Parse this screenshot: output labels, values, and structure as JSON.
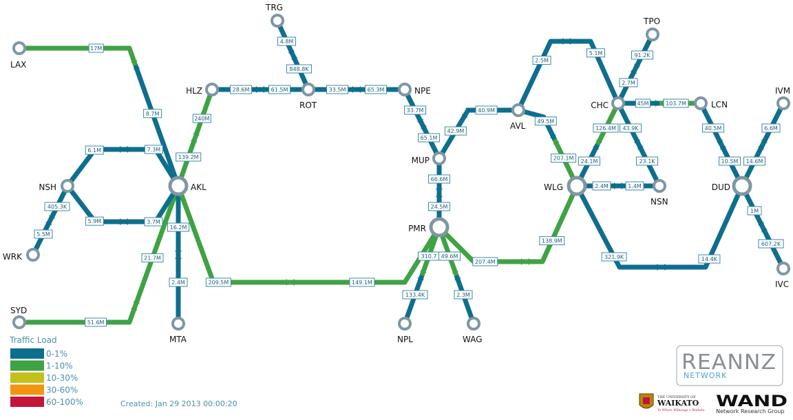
{
  "colors": {
    "low": "#0e6e8e",
    "mid": "#3fa244",
    "high": "#c3c01b",
    "higher": "#f39410",
    "top": "#c5143a",
    "node": "#7f97a3"
  },
  "nodes": [
    {
      "id": "LAX",
      "label": "LAX",
      "big": false
    },
    {
      "id": "SYD",
      "label": "SYD",
      "big": false
    },
    {
      "id": "NSH",
      "label": "NSH",
      "big": false
    },
    {
      "id": "WRK",
      "label": "WRK",
      "big": false
    },
    {
      "id": "AKL",
      "label": "AKL",
      "big": true
    },
    {
      "id": "MTA",
      "label": "MTA",
      "big": false
    },
    {
      "id": "HLZ",
      "label": "HLZ",
      "big": false
    },
    {
      "id": "TRG",
      "label": "TRG",
      "big": false
    },
    {
      "id": "ROT",
      "label": "ROT",
      "big": false
    },
    {
      "id": "NPE",
      "label": "NPE",
      "big": false
    },
    {
      "id": "MUP",
      "label": "MUP",
      "big": false
    },
    {
      "id": "PMR",
      "label": "PMR",
      "big": true
    },
    {
      "id": "NPL",
      "label": "NPL",
      "big": false
    },
    {
      "id": "WAG",
      "label": "WAG",
      "big": false
    },
    {
      "id": "AVL",
      "label": "AVL",
      "big": false
    },
    {
      "id": "WLG",
      "label": "WLG",
      "big": true
    },
    {
      "id": "CHC",
      "label": "CHC",
      "big": false
    },
    {
      "id": "TPO",
      "label": "TPO",
      "big": false
    },
    {
      "id": "LCN",
      "label": "LCN",
      "big": false
    },
    {
      "id": "NSN",
      "label": "NSN",
      "big": false
    },
    {
      "id": "DUD",
      "label": "DUD",
      "big": true
    },
    {
      "id": "IVM",
      "label": "IVM",
      "big": false
    },
    {
      "id": "IVC",
      "label": "IVC",
      "big": false
    }
  ],
  "links": [
    {
      "a": "LAX",
      "b": "AKL",
      "ab": "17M",
      "ba": "8.7M",
      "ca": "mid",
      "cb": "low"
    },
    {
      "a": "SYD",
      "b": "AKL",
      "ab": "51.6M",
      "ba": "21.7M",
      "ca": "mid",
      "cb": "mid"
    },
    {
      "a": "NSH",
      "b": "AKL",
      "ab": "6.1M",
      "ba": "7.3M",
      "ca": "low",
      "cb": "low"
    },
    {
      "a": "NSH",
      "b": "AKL",
      "ab": "5.9M",
      "ba": "3.7M",
      "ca": "low",
      "cb": "low"
    },
    {
      "a": "WRK",
      "b": "NSH",
      "ab": "5.5M",
      "ba": "405.3K",
      "ca": "low",
      "cb": "low"
    },
    {
      "a": "AKL",
      "b": "HLZ",
      "ab": "139.2M",
      "ba": "240M",
      "ca": "mid",
      "cb": "mid"
    },
    {
      "a": "AKL",
      "b": "MTA",
      "ab": "16.2M",
      "ba": "2.4M",
      "ca": "low",
      "cb": "low"
    },
    {
      "a": "AKL",
      "b": "PMR",
      "ab": "209.5M",
      "ba": "149.1M",
      "ca": "mid",
      "cb": "mid"
    },
    {
      "a": "HLZ",
      "b": "ROT",
      "ab": "28.6M",
      "ba": "61.5M",
      "ca": "low",
      "cb": "low"
    },
    {
      "a": "TRG",
      "b": "ROT",
      "ab": "4.8M",
      "ba": "848.8K",
      "ca": "low",
      "cb": "low"
    },
    {
      "a": "ROT",
      "b": "NPE",
      "ab": "33.5M",
      "ba": "65.3M",
      "ca": "low",
      "cb": "low"
    },
    {
      "a": "NPE",
      "b": "MUP",
      "ab": "33.7M",
      "ba": "65.1M",
      "ca": "low",
      "cb": "low"
    },
    {
      "a": "MUP",
      "b": "AVL",
      "ab": "42.9M",
      "ba": "40.9M",
      "ca": "low",
      "cb": "low"
    },
    {
      "a": "MUP",
      "b": "PMR",
      "ab": "66.6M",
      "ba": "24.5M",
      "ca": "low",
      "cb": "low"
    },
    {
      "a": "PMR",
      "b": "NPL",
      "ab": "310.7",
      "ba": "133.4K",
      "ca": "mid",
      "cb": "low"
    },
    {
      "a": "PMR",
      "b": "WAG",
      "ab": "49.6M",
      "ba": "2.3M",
      "ca": "mid",
      "cb": "low"
    },
    {
      "a": "PMR",
      "b": "WLG",
      "ab": "207.4M",
      "ba": "138.9M",
      "ca": "mid",
      "cb": "mid"
    },
    {
      "a": "AVL",
      "b": "WLG",
      "ab": "49.5M",
      "ba": "207.1M",
      "ca": "low",
      "cb": "mid"
    },
    {
      "a": "AVL",
      "b": "CHC",
      "ab": "2.5M",
      "ba": "5.1M",
      "ca": "low",
      "cb": "low"
    },
    {
      "a": "WLG",
      "b": "CHC",
      "ab": "24.1M",
      "ba": "126.4M",
      "ca": "low",
      "cb": "mid"
    },
    {
      "a": "WLG",
      "b": "NSN",
      "ab": "2.4M",
      "ba": "1.4M",
      "ca": "low",
      "cb": "low"
    },
    {
      "a": "WLG",
      "b": "DUD",
      "ab": "321.9K",
      "ba": "14.4K",
      "ca": "low",
      "cb": "low"
    },
    {
      "a": "CHC",
      "b": "TPO",
      "ab": "2.7M",
      "ba": "91.2K",
      "ca": "low",
      "cb": "low"
    },
    {
      "a": "CHC",
      "b": "LCN",
      "ab": "45M",
      "ba": "103.7M",
      "ca": "low",
      "cb": "mid"
    },
    {
      "a": "CHC",
      "b": "NSN",
      "ab": "43.9K",
      "ba": "23.1K",
      "ca": "low",
      "cb": "low"
    },
    {
      "a": "LCN",
      "b": "DUD",
      "ab": "40.5M",
      "ba": "10.5M",
      "ca": "low",
      "cb": "low"
    },
    {
      "a": "IVM",
      "b": "DUD",
      "ab": "6.6M",
      "ba": "14.6M",
      "ca": "low",
      "cb": "low"
    },
    {
      "a": "DUD",
      "b": "IVC",
      "ab": "1M",
      "ba": "607.2K",
      "ca": "low",
      "cb": "low"
    }
  ],
  "legend": {
    "title": "Traffic Load",
    "items": [
      {
        "label": "0-1%",
        "color": "#0e6e8e"
      },
      {
        "label": "1-10%",
        "color": "#3fa244"
      },
      {
        "label": "10-30%",
        "color": "#c3c01b"
      },
      {
        "label": "30-60%",
        "color": "#f39410"
      },
      {
        "label": "60-100%",
        "color": "#c5143a"
      }
    ]
  },
  "created": "Created: Jan 29 2013 00:00:20",
  "logos": {
    "reannz": "REANNZ",
    "reannz_sub": "NETWORK",
    "waikato_top": "THE UNIVERSITY OF",
    "waikato": "WAIKATO",
    "waikato_motto": "Te Whare Wānanga o Waikato",
    "wand": "WAND",
    "wand_sub": "Network Research Group"
  }
}
